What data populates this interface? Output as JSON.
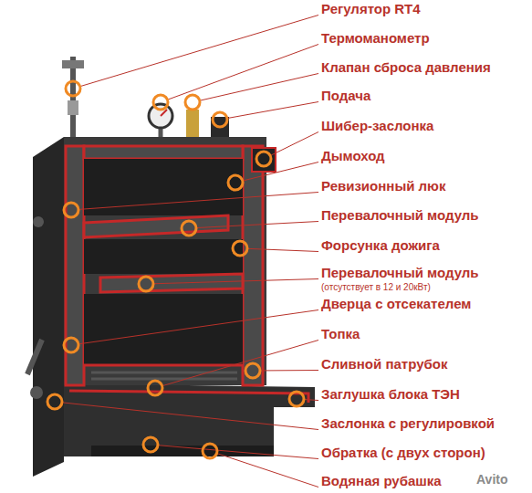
{
  "diagram": {
    "labels": [
      "Регулятор RT4",
      "Термоманометр",
      "Клапан сброса давления",
      "Подача",
      "Шибер-заслонка",
      "Дымоход",
      "Ревизионный люк",
      "Перевалочный модуль",
      "Форсунка дожига",
      "Перевалочный модуль",
      "(отсутствует в 12 и 20кВт)",
      "Дверца с отсекателем",
      "Топка",
      "Сливной патрубок",
      "Заглушка блока ТЭН",
      "Заслонка с регулировкой",
      "Обратка (с двух сторон)",
      "Водяная рубашка",
      "Avito"
    ]
  }
}
